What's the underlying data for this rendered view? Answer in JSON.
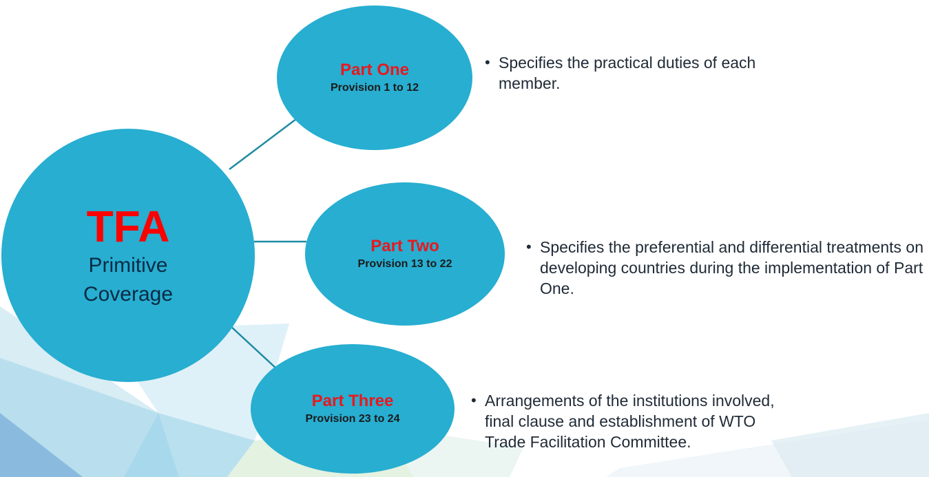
{
  "center": {
    "title": "TFA",
    "subtitle_line1": "Primitive",
    "subtitle_line2": "Coverage"
  },
  "parts": [
    {
      "title": "Part One",
      "provisions": "Provision 1 to 12",
      "description": "Specifies the practical duties of each member."
    },
    {
      "title": "Part Two",
      "provisions": "Provision 13 to 22",
      "description": "Specifies the preferential and differential treatments on developing countries during the implementation of Part One."
    },
    {
      "title": "Part Three",
      "provisions": "Provision 23 to 24",
      "description": "Arrangements of the institutions involved, final clause and  establishment of WTO Trade Facilitation Committee."
    }
  ],
  "colors": {
    "circle_fill": "#27aed1",
    "title_red": "#ff0000",
    "connector": "#1f8aa3"
  },
  "bullet_symbol": "•"
}
